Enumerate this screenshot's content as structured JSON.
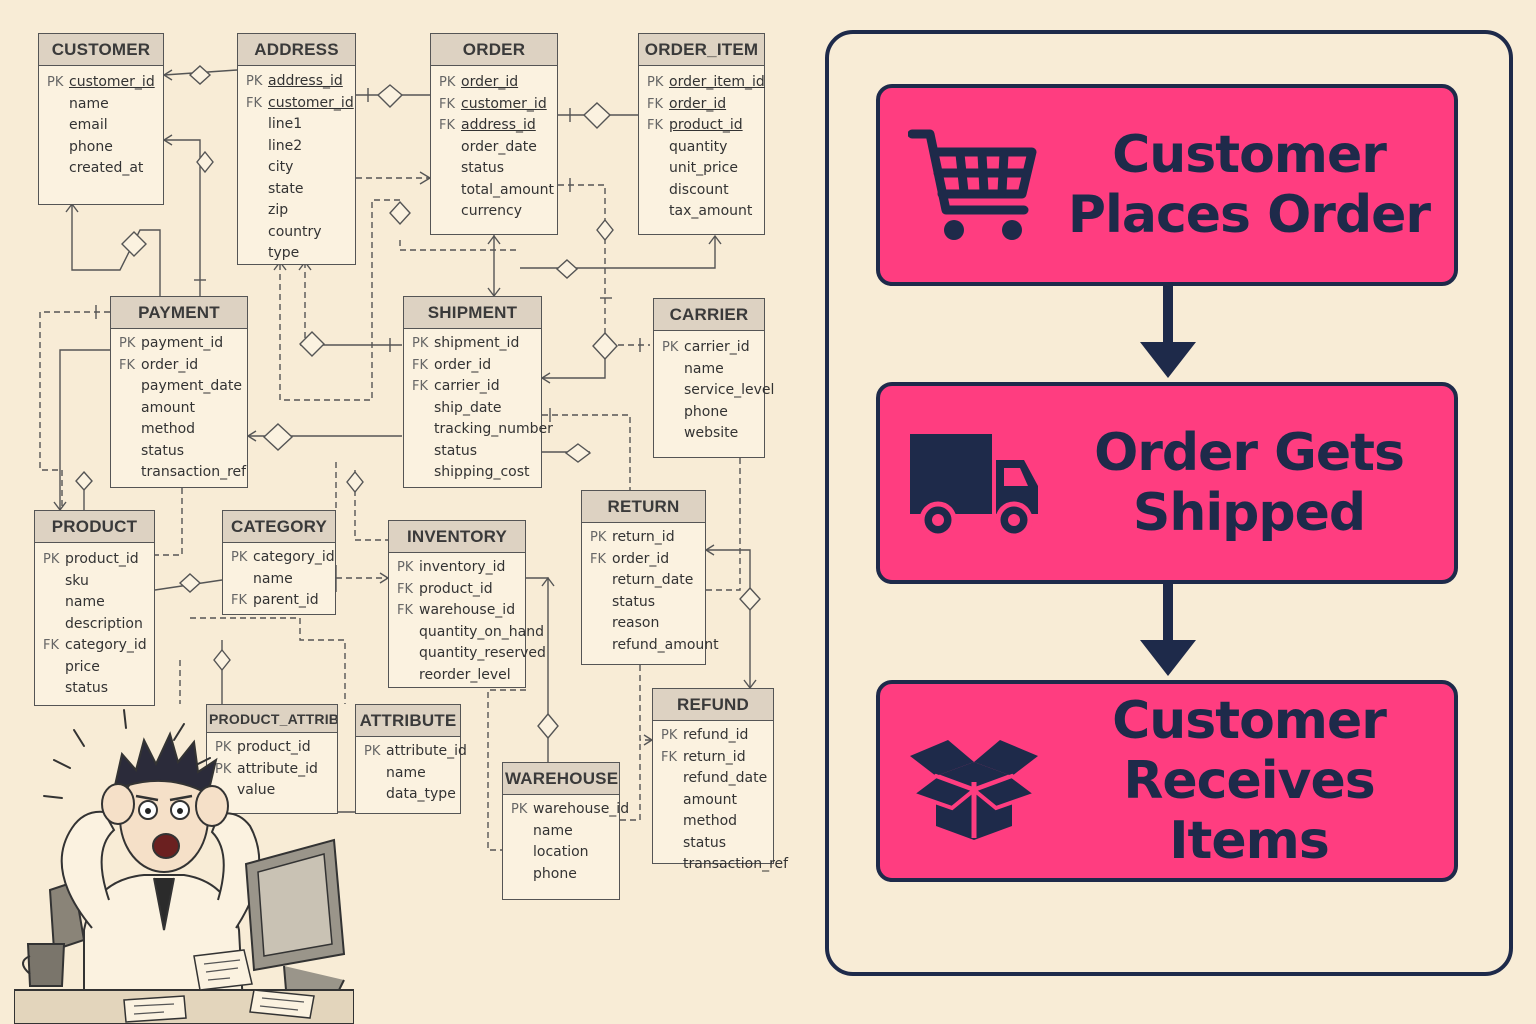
{
  "erd": {
    "entities": [
      {
        "key": "customer",
        "name": "CUSTOMER",
        "fields": [
          {
            "k": "PK",
            "n": "customer_id",
            "u": true
          },
          {
            "k": "",
            "n": "name"
          },
          {
            "k": "",
            "n": "email"
          },
          {
            "k": "",
            "n": "phone"
          },
          {
            "k": "",
            "n": "created_at"
          }
        ]
      },
      {
        "key": "address",
        "name": "ADDRESS",
        "fields": [
          {
            "k": "PK",
            "n": "address_id",
            "u": true
          },
          {
            "k": "FK",
            "n": "customer_id",
            "u": true
          },
          {
            "k": "",
            "n": "line1"
          },
          {
            "k": "",
            "n": "line2"
          },
          {
            "k": "",
            "n": "city"
          },
          {
            "k": "",
            "n": "state"
          },
          {
            "k": "",
            "n": "zip"
          },
          {
            "k": "",
            "n": "country"
          },
          {
            "k": "",
            "n": "type"
          }
        ]
      },
      {
        "key": "order",
        "name": "ORDER",
        "fields": [
          {
            "k": "PK",
            "n": "order_id",
            "u": true
          },
          {
            "k": "FK",
            "n": "customer_id",
            "u": true
          },
          {
            "k": "FK",
            "n": "address_id",
            "u": true
          },
          {
            "k": "",
            "n": "order_date"
          },
          {
            "k": "",
            "n": "status"
          },
          {
            "k": "",
            "n": "total_amount"
          },
          {
            "k": "",
            "n": "currency"
          }
        ]
      },
      {
        "key": "order_item",
        "name": "ORDER_ITEM",
        "fields": [
          {
            "k": "PK",
            "n": "order_item_id",
            "u": true
          },
          {
            "k": "FK",
            "n": "order_id",
            "u": true
          },
          {
            "k": "FK",
            "n": "product_id",
            "u": true
          },
          {
            "k": "",
            "n": "quantity"
          },
          {
            "k": "",
            "n": "unit_price"
          },
          {
            "k": "",
            "n": "discount"
          },
          {
            "k": "",
            "n": "tax_amount"
          }
        ]
      },
      {
        "key": "payment",
        "name": "PAYMENT",
        "fields": [
          {
            "k": "PK",
            "n": "payment_id"
          },
          {
            "k": "FK",
            "n": "order_id"
          },
          {
            "k": "",
            "n": "payment_date"
          },
          {
            "k": "",
            "n": "amount"
          },
          {
            "k": "",
            "n": "method"
          },
          {
            "k": "",
            "n": "status"
          },
          {
            "k": "",
            "n": "transaction_ref"
          }
        ]
      },
      {
        "key": "shipment",
        "name": "SHIPMENT",
        "fields": [
          {
            "k": "PK",
            "n": "shipment_id"
          },
          {
            "k": "FK",
            "n": "order_id"
          },
          {
            "k": "FK",
            "n": "carrier_id"
          },
          {
            "k": "",
            "n": "ship_date"
          },
          {
            "k": "",
            "n": "tracking_number"
          },
          {
            "k": "",
            "n": "status"
          },
          {
            "k": "",
            "n": "shipping_cost"
          }
        ]
      },
      {
        "key": "carrier",
        "name": "CARRIER",
        "fields": [
          {
            "k": "PK",
            "n": "carrier_id"
          },
          {
            "k": "",
            "n": "name"
          },
          {
            "k": "",
            "n": "service_level"
          },
          {
            "k": "",
            "n": "phone"
          },
          {
            "k": "",
            "n": "website"
          }
        ]
      },
      {
        "key": "product",
        "name": "PRODUCT",
        "fields": [
          {
            "k": "PK",
            "n": "product_id"
          },
          {
            "k": "",
            "n": "sku"
          },
          {
            "k": "",
            "n": "name"
          },
          {
            "k": "",
            "n": "description"
          },
          {
            "k": "FK",
            "n": "category_id"
          },
          {
            "k": "",
            "n": "price"
          },
          {
            "k": "",
            "n": "status"
          }
        ]
      },
      {
        "key": "category",
        "name": "CATEGORY",
        "fields": [
          {
            "k": "PK",
            "n": "category_id"
          },
          {
            "k": "",
            "n": "name"
          },
          {
            "k": "FK",
            "n": "parent_id"
          }
        ]
      },
      {
        "key": "inventory",
        "name": "INVENTORY",
        "fields": [
          {
            "k": "PK",
            "n": "inventory_id"
          },
          {
            "k": "FK",
            "n": "product_id"
          },
          {
            "k": "FK",
            "n": "warehouse_id"
          },
          {
            "k": "",
            "n": "quantity_on_hand"
          },
          {
            "k": "",
            "n": "quantity_reserved"
          },
          {
            "k": "",
            "n": "reorder_level"
          }
        ]
      },
      {
        "key": "return",
        "name": "RETURN",
        "fields": [
          {
            "k": "PK",
            "n": "return_id"
          },
          {
            "k": "FK",
            "n": "order_id"
          },
          {
            "k": "",
            "n": "return_date"
          },
          {
            "k": "",
            "n": "status"
          },
          {
            "k": "",
            "n": "reason"
          },
          {
            "k": "",
            "n": "refund_amount"
          }
        ]
      },
      {
        "key": "product_attribute",
        "name": "PRODUCT_ATTRIBUTE",
        "fields": [
          {
            "k": "PK",
            "n": "product_id"
          },
          {
            "k": "PK",
            "n": "attribute_id"
          },
          {
            "k": "",
            "n": "value"
          }
        ]
      },
      {
        "key": "attribute",
        "name": "ATTRIBUTE",
        "fields": [
          {
            "k": "PK",
            "n": "attribute_id"
          },
          {
            "k": "",
            "n": "name"
          },
          {
            "k": "",
            "n": "data_type"
          }
        ]
      },
      {
        "key": "warehouse",
        "name": "WAREHOUSE",
        "fields": [
          {
            "k": "PK",
            "n": "warehouse_id"
          },
          {
            "k": "",
            "n": "name"
          },
          {
            "k": "",
            "n": "location"
          },
          {
            "k": "",
            "n": "phone"
          }
        ]
      },
      {
        "key": "refund",
        "name": "REFUND",
        "fields": [
          {
            "k": "PK",
            "n": "refund_id"
          },
          {
            "k": "FK",
            "n": "return_id"
          },
          {
            "k": "",
            "n": "refund_date"
          },
          {
            "k": "",
            "n": "amount"
          },
          {
            "k": "",
            "n": "method"
          },
          {
            "k": "",
            "n": "status"
          },
          {
            "k": "",
            "n": "transaction_ref"
          }
        ]
      }
    ]
  },
  "flow": {
    "steps": [
      {
        "label_line1": "Customer",
        "label_line2": "Places Order",
        "icon": "shopping-cart-icon"
      },
      {
        "label_line1": "Order Gets",
        "label_line2": "Shipped",
        "icon": "delivery-truck-icon"
      },
      {
        "label_line1": "Customer",
        "label_line2": "Receives Items",
        "icon": "open-box-icon"
      }
    ]
  },
  "colors": {
    "step_fill": "#ff3d80",
    "navy": "#1e2a4a",
    "paper": "#f8ecd6"
  }
}
